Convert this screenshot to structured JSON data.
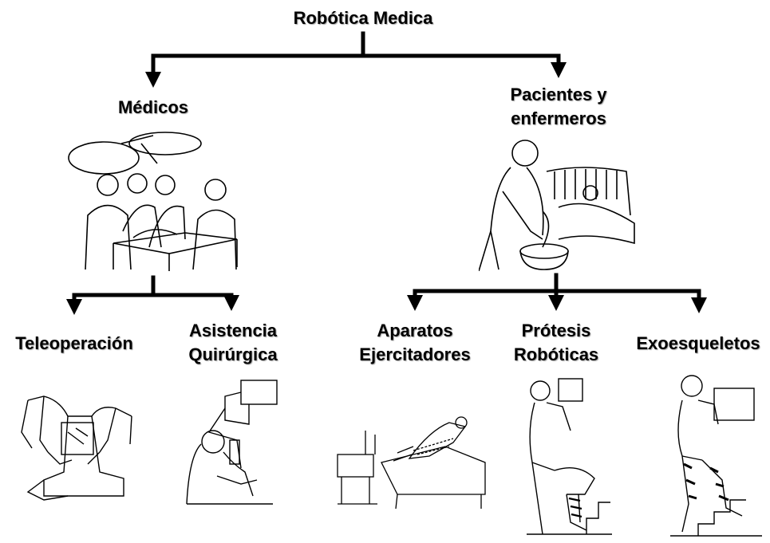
{
  "root": {
    "label": "Robótica Medica"
  },
  "branches": {
    "medicos": {
      "label": "Médicos",
      "children": [
        {
          "line1": "Teleoperación",
          "line2": ""
        },
        {
          "line1": "Asistencia",
          "line2": "Quirúrgica"
        }
      ]
    },
    "pacientes": {
      "label_line1": "Pacientes y",
      "label_line2": "enfermeros",
      "children": [
        {
          "line1": "Aparatos",
          "line2": "Ejercitadores"
        },
        {
          "line1": "Prótesis",
          "line2": "Robóticas"
        },
        {
          "line1": "Exoesqueletos",
          "line2": ""
        }
      ]
    }
  },
  "style": {
    "line_color": "#000000",
    "text_color": "#000000",
    "background": "#ffffff"
  }
}
